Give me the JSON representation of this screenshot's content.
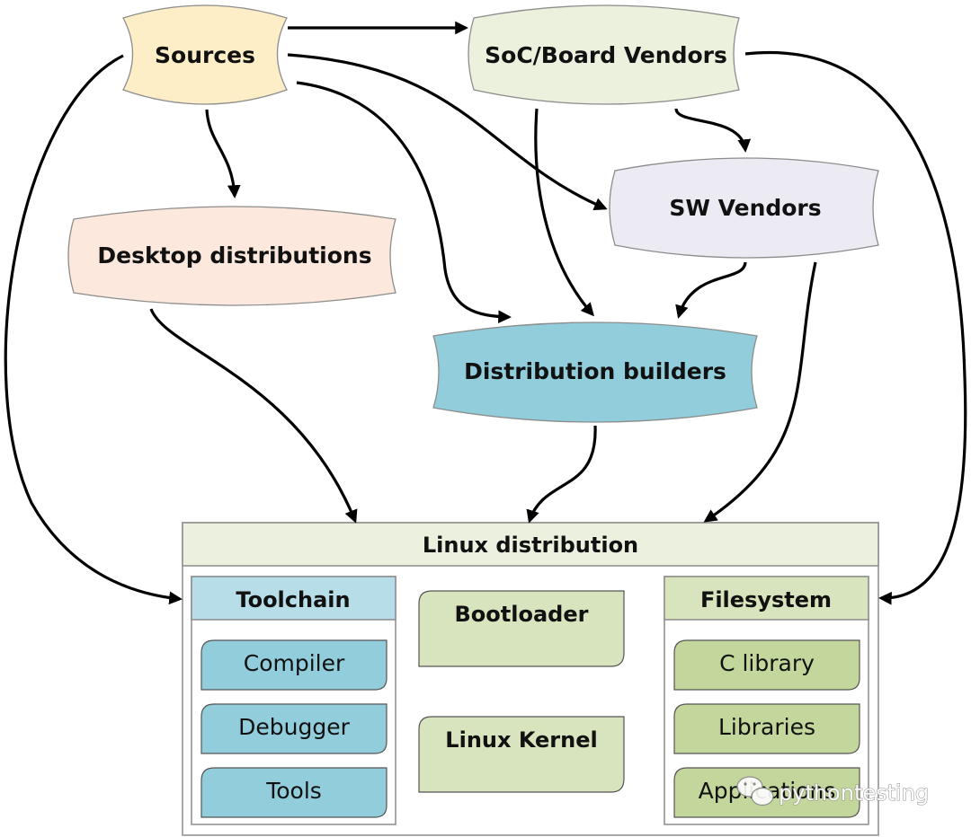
{
  "nodes": {
    "sources": "Sources",
    "soc_vendors": "SoC/Board Vendors",
    "sw_vendors": "SW Vendors",
    "desktop_distributions": "Desktop distributions",
    "distribution_builders": "Distribution builders"
  },
  "linux_distribution": {
    "title": "Linux distribution",
    "toolchain": {
      "title": "Toolchain",
      "items": [
        "Compiler",
        "Debugger",
        "Tools"
      ]
    },
    "bootloader": "Bootloader",
    "linux_kernel": "Linux Kernel",
    "filesystem": {
      "title": "Filesystem",
      "items": [
        "C library",
        "Libraries",
        "Applications"
      ]
    }
  },
  "watermark": "pythontesting",
  "colors": {
    "sources": "#fdeec8",
    "soc_vendors": "#ebf1dd",
    "sw_vendors": "#eceaf3",
    "desktop": "#fce8dc",
    "builders": "#92cddc",
    "dist_header": "#ebf1de",
    "toolchain_header": "#b7dde8",
    "toolchain_item": "#92cddc",
    "filesystem_header": "#d7e4bd",
    "filesystem_item": "#c3d69b",
    "center_item": "#d7e4bd"
  }
}
